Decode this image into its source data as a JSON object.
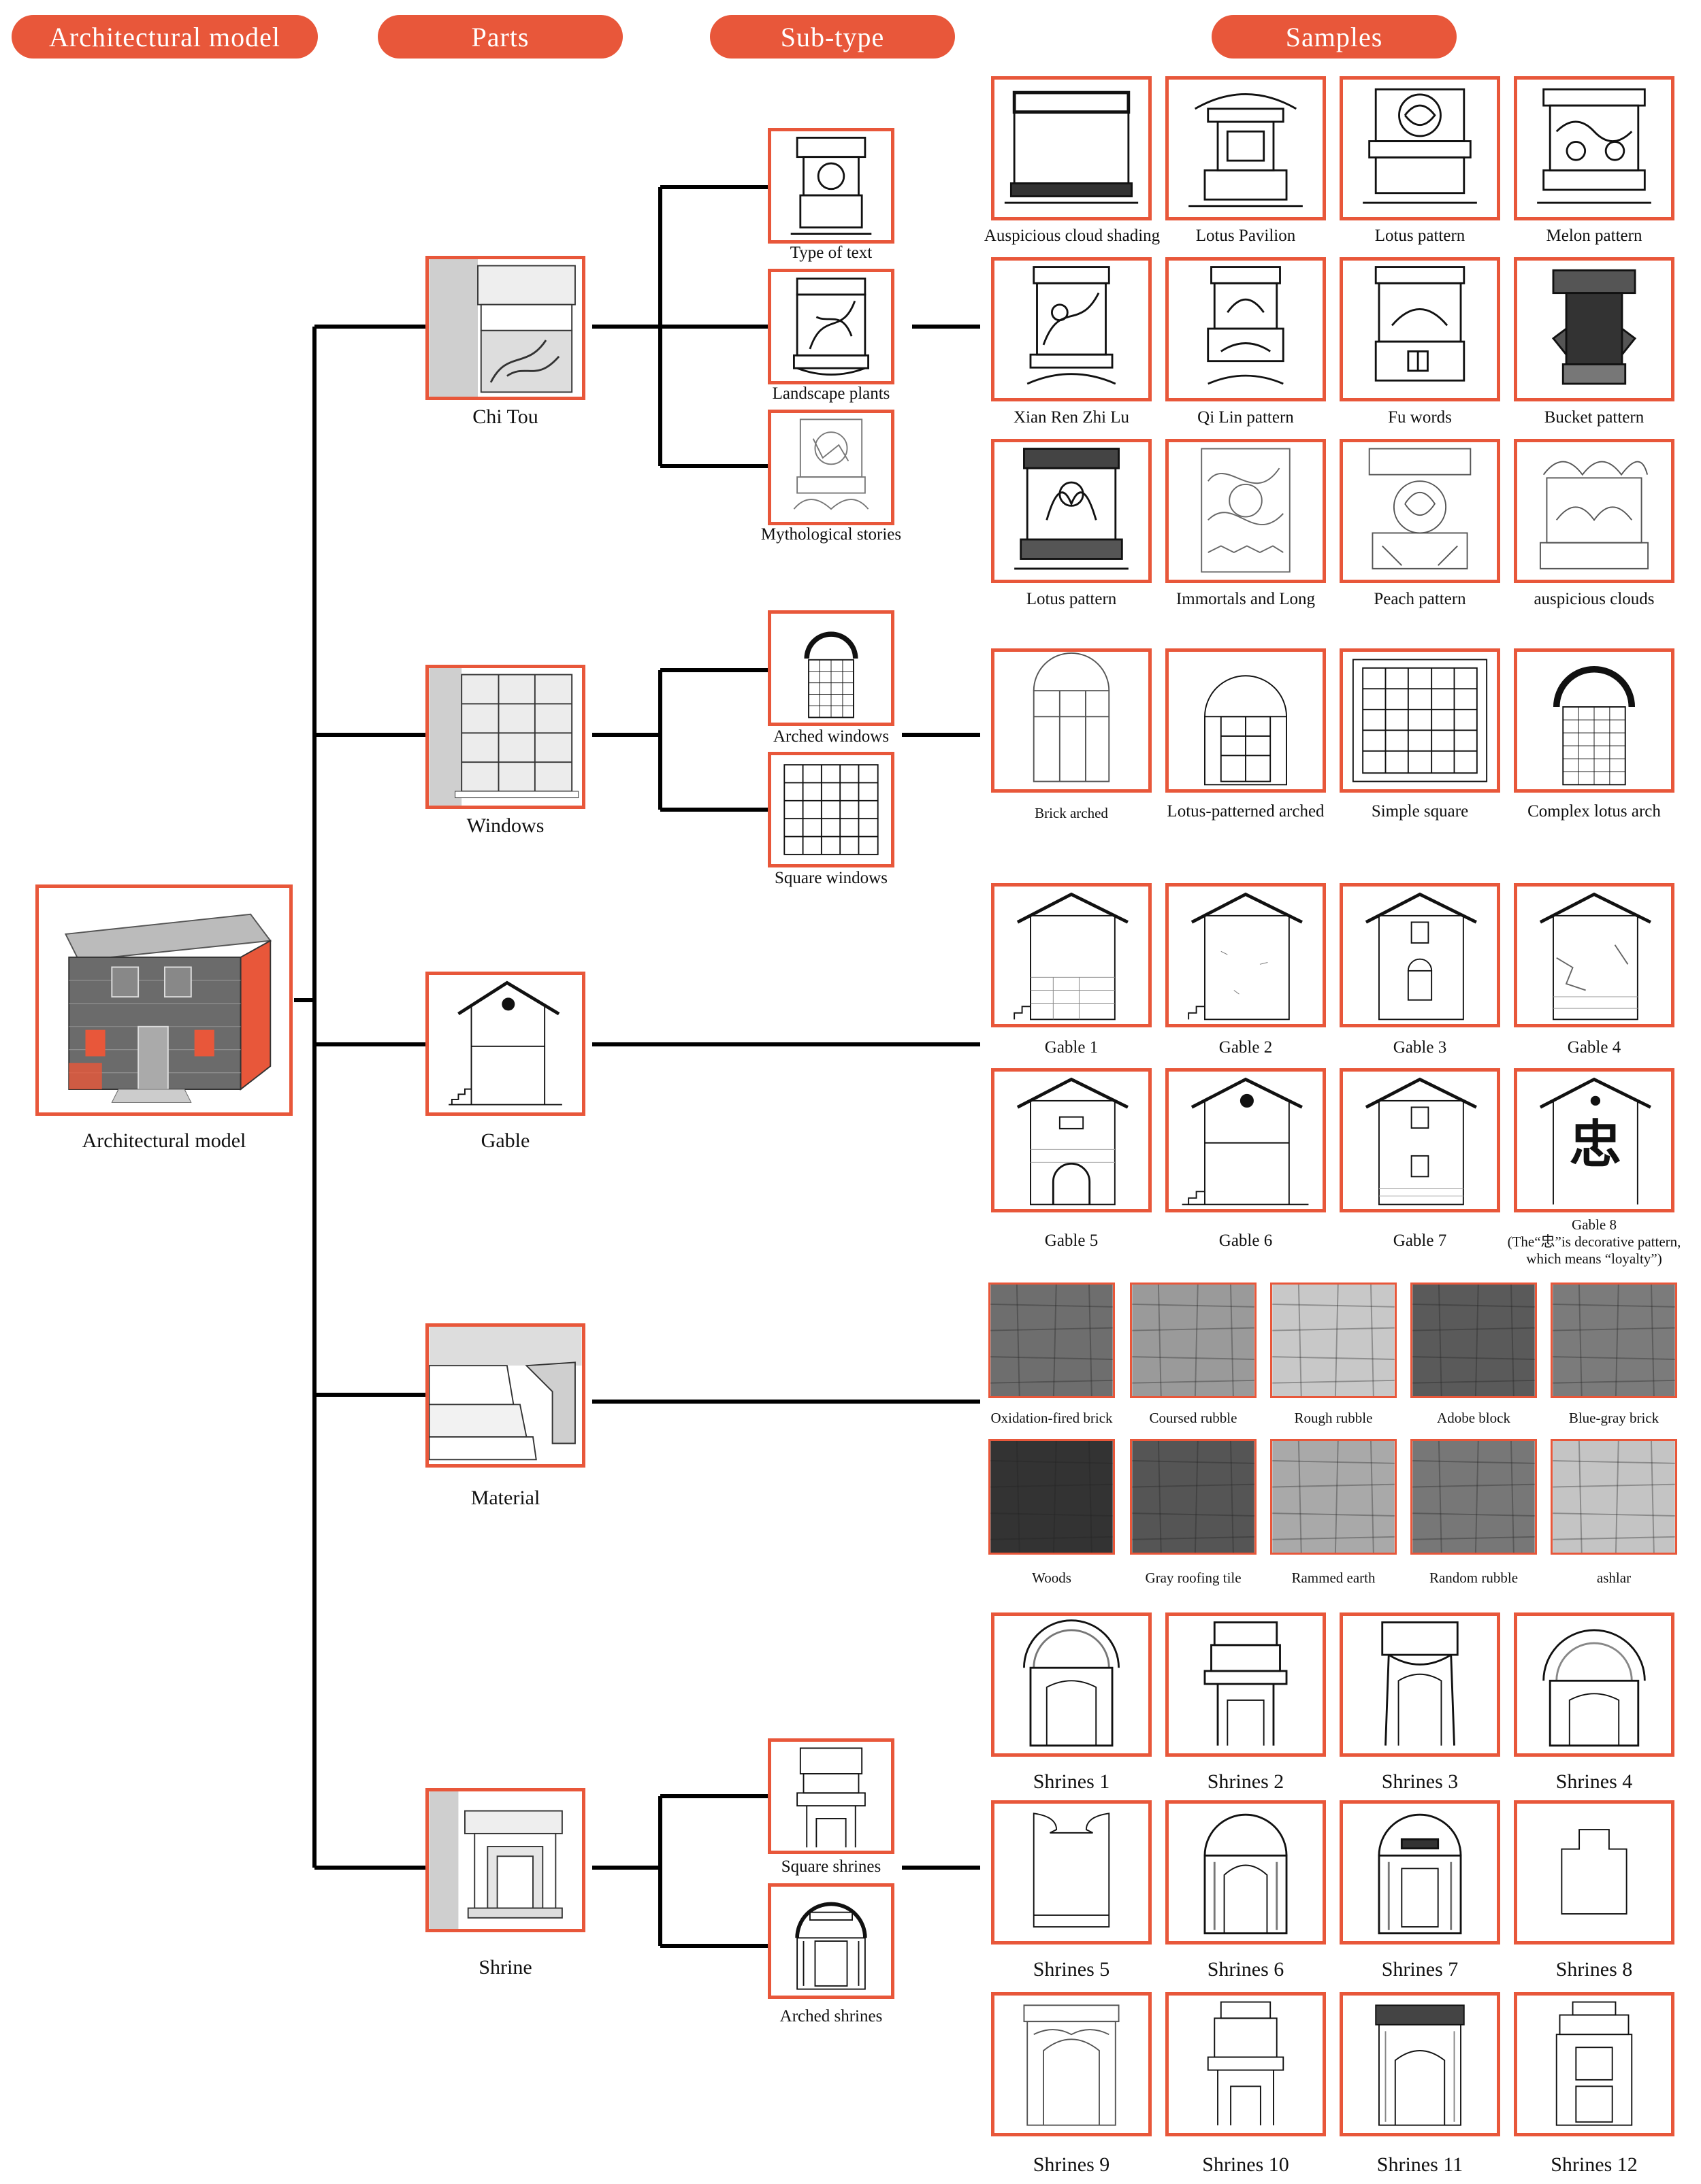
{
  "headers": {
    "architectural_model": "Architectural model",
    "parts": "Parts",
    "sub_type": "Sub-type",
    "samples": "Samples"
  },
  "root": {
    "label": "Architectural model"
  },
  "parts": {
    "chitou": "Chi Tou",
    "windows": "Windows",
    "gable": "Gable",
    "material": "Material",
    "shrine": "Shrine"
  },
  "subtypes": {
    "type_of_text": "Type of text",
    "landscape_plants": "Landscape plants",
    "mythological_stories": "Mythological stories",
    "arched_windows": "Arched windows",
    "square_windows": "Square windows",
    "square_shrines": "Square shrines",
    "arched_shrines": "Arched shrines"
  },
  "samples": {
    "chitou_row1": [
      "Auspicious cloud shading",
      "Lotus Pavilion",
      "Lotus pattern",
      "Melon pattern"
    ],
    "chitou_row2": [
      "Xian Ren Zhi Lu",
      "Qi Lin pattern",
      "Fu words",
      "Bucket pattern"
    ],
    "chitou_row3": [
      "Lotus pattern",
      "Immortals and Long",
      "Peach pattern",
      "auspicious clouds"
    ],
    "windows": [
      "Brick arched",
      "Lotus-patterned arched",
      "Simple square",
      "Complex lotus arch"
    ],
    "gable_row1": [
      "Gable 1",
      "Gable 2",
      "Gable 3",
      "Gable 4"
    ],
    "gable_row2": [
      "Gable 5",
      "Gable 6",
      "Gable 7"
    ],
    "gable8": {
      "title": "Gable 8",
      "note_line1": "(The“忠”is decorative pattern,",
      "note_line2": "which means “loyalty”)",
      "glyph": "忠"
    },
    "material_row1": [
      "Oxidation-fired brick",
      "Coursed rubble",
      "Rough rubble",
      "Adobe block",
      "Blue-gray brick"
    ],
    "material_row2": [
      "Woods",
      "Gray roofing tile",
      "Rammed earth",
      "Random rubble",
      "ashlar"
    ],
    "shrine_row1": [
      "Shrines 1",
      "Shrines 2",
      "Shrines 3",
      "Shrines 4"
    ],
    "shrine_row2": [
      "Shrines 5",
      "Shrines 6",
      "Shrines 7",
      "Shrines 8"
    ],
    "shrine_row3": [
      "Shrines 9",
      "Shrines 10",
      "Shrines 11",
      "Shrines 12"
    ]
  },
  "colors": {
    "accent": "#e8573a",
    "line": "#000000"
  }
}
